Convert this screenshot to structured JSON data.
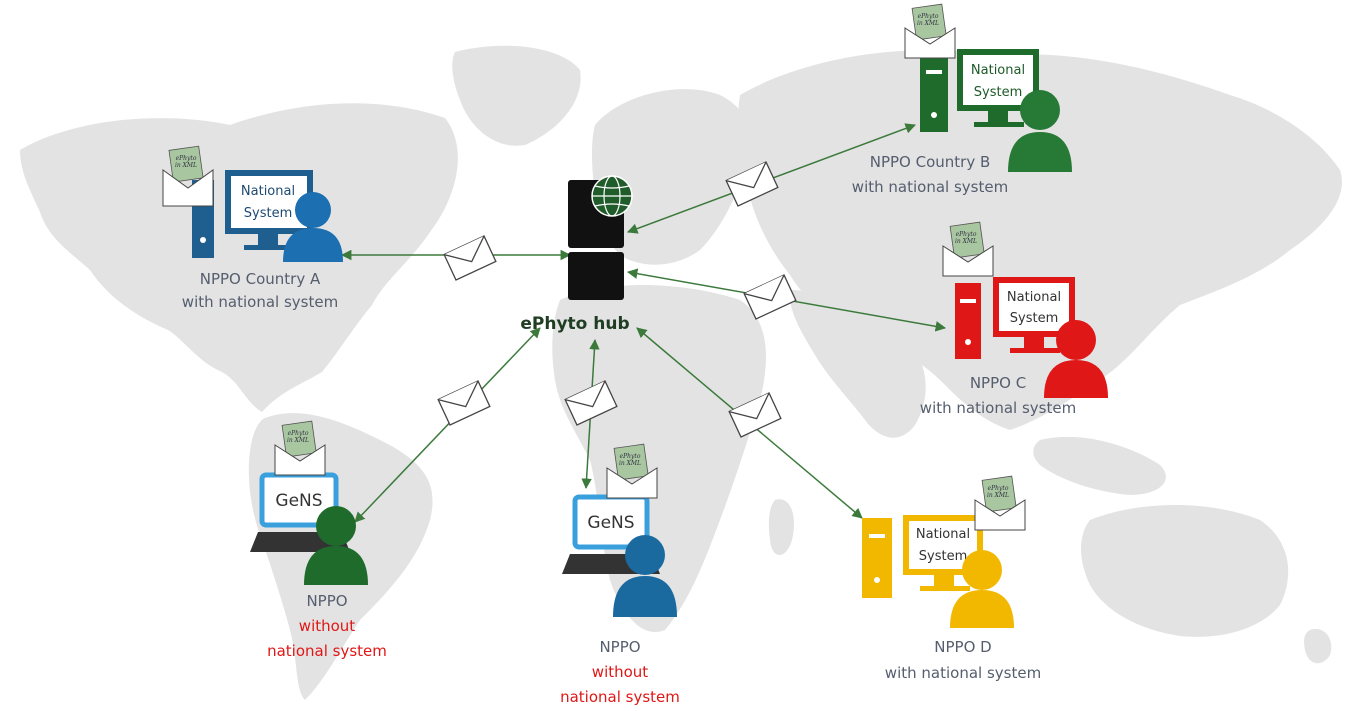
{
  "hub": {
    "label": "ePhyto hub",
    "color": "#111111",
    "globe_color": "#1f5c2a"
  },
  "envelope_card": {
    "line1": "ePhyto",
    "line2": "in XML"
  },
  "nodes": [
    {
      "id": "a",
      "kind": "desktop",
      "screen_line1": "National",
      "screen_line2": "System",
      "title": "NPPO Country A",
      "subtitle": "with national system",
      "color": "#1f5f8f",
      "person_color": "#1c6fb0"
    },
    {
      "id": "b",
      "kind": "desktop",
      "screen_line1": "National",
      "screen_line2": "System",
      "title": "NPPO Country B",
      "subtitle": "with national system",
      "color": "#1e6b2c",
      "person_color": "#267a35"
    },
    {
      "id": "c",
      "kind": "desktop",
      "screen_line1": "National",
      "screen_line2": "System",
      "title": "NPPO C",
      "subtitle": "with national system",
      "color": "#e01717",
      "person_color": "#e01717"
    },
    {
      "id": "d",
      "kind": "desktop",
      "screen_line1": "National",
      "screen_line2": "System",
      "title": "NPPO D",
      "subtitle": "with national system",
      "color": "#f2b800",
      "person_color": "#f2b800"
    },
    {
      "id": "e",
      "kind": "laptop",
      "screen_line1": "GeNS",
      "title": "NPPO",
      "subtitle_line1": "without",
      "subtitle_line2": "national system",
      "color": "#3aa0dd",
      "person_color": "#1e6b2c"
    },
    {
      "id": "f",
      "kind": "laptop",
      "screen_line1": "GeNS",
      "title": "NPPO",
      "subtitle_line1": "without",
      "subtitle_line2": "national system",
      "color": "#3aa0dd",
      "person_color": "#1a6aa0"
    }
  ],
  "colors": {
    "map": "#e3e3e3",
    "arrow": "#3c7a3c",
    "label_text": "#555e6e",
    "warning_text": "#e01717",
    "envelope_card": "#a8c6a0"
  }
}
